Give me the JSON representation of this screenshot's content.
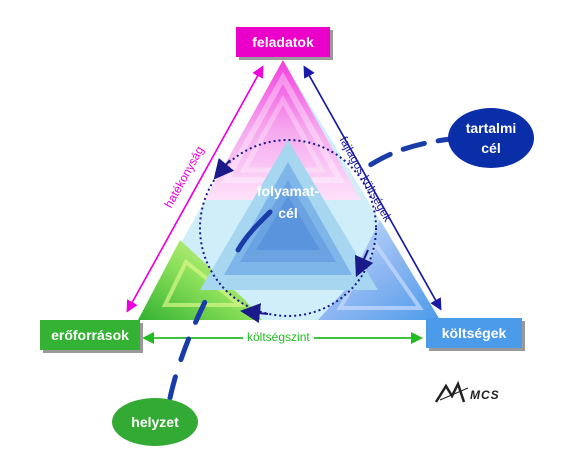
{
  "nodes": {
    "top": {
      "label": "feladatok",
      "color": "#ea00c8"
    },
    "left": {
      "label": "erőforrások",
      "color": "#33b233"
    },
    "right": {
      "label": "költségek",
      "color": "#4c9bea"
    }
  },
  "edges": {
    "left_side": {
      "label": "hatékonyság",
      "color": "#ee00dd"
    },
    "right_side": {
      "label": "fajlagos költségek",
      "color": "#1a1aa8"
    },
    "bottom": {
      "label": "költségszint",
      "color": "#22bb22"
    }
  },
  "center": {
    "line1": "folyamat-",
    "line2": "cél"
  },
  "ovals": {
    "goal": {
      "line1": "tartalmi",
      "line2": "cél",
      "color": "#0a2ea8"
    },
    "situation": {
      "label": "helyzet",
      "color": "#33aa33"
    }
  },
  "logo": {
    "text": "MCS"
  },
  "colors": {
    "dashes": "#1a3ca8",
    "dotted_circle": "#1a1a8a"
  }
}
